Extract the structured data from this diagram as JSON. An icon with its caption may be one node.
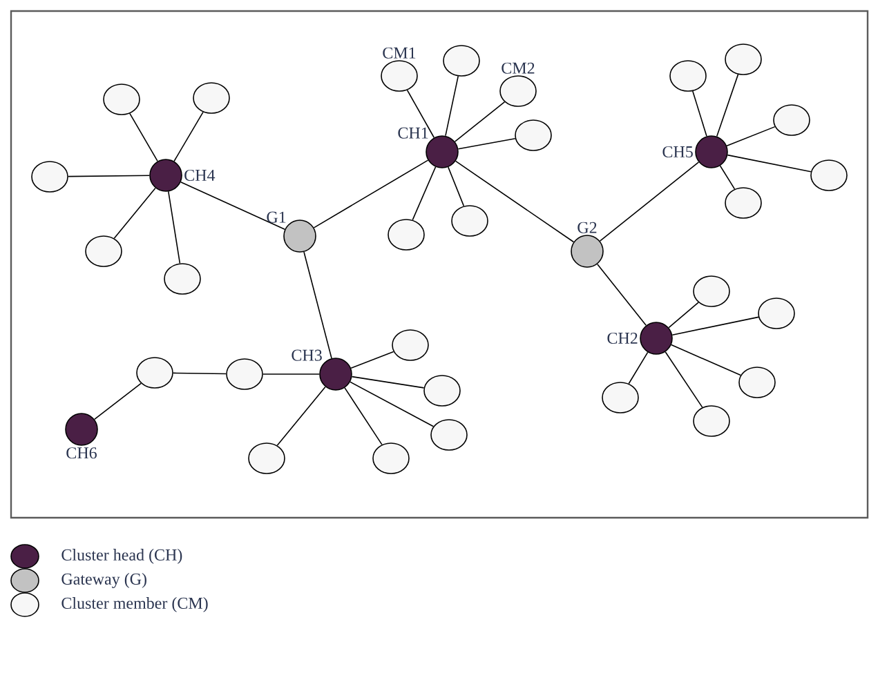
{
  "diagram": {
    "nodes": [
      {
        "text": [
          "CH4"
        ]
      },
      {
        "text": [],
        "shape": "circle"
      },
      {
        "text": [],
        "shape": "circle"
      },
      {
        "text": [],
        "shape": "circle"
      },
      {
        "text": [],
        "shape": "circle"
      },
      {
        "text": [],
        "shape": "circle"
      },
      {
        "text": [
          "G1"
        ]
      },
      {
        "text": [
          "CH1"
        ]
      },
      {
        "text": [
          "CM1"
        ]
      },
      {
        "text": [],
        "shape": "circle"
      },
      {
        "text": [
          "CM2"
        ]
      },
      {
        "text": [],
        "shape": "circle"
      },
      {
        "text": [],
        "shape": "circle"
      },
      {
        "text": [],
        "shape": "circle"
      },
      {
        "text": [
          "G2"
        ]
      },
      {
        "text": [
          "CH5"
        ]
      },
      {
        "text": [],
        "shape": "circle"
      },
      {
        "text": [],
        "shape": "circle"
      },
      {
        "text": [],
        "shape": "circle"
      },
      {
        "text": [],
        "shape": "circle"
      },
      {
        "text": [],
        "shape": "circle"
      },
      {
        "text": [
          "CH2"
        ]
      },
      {
        "text": [],
        "shape": "circle"
      },
      {
        "text": [],
        "shape": "circle"
      },
      {
        "text": [],
        "shape": "circle"
      },
      {
        "text": [],
        "shape": "circle"
      },
      {
        "text": [],
        "shape": "circle"
      },
      {
        "text": [
          "CH3"
        ]
      },
      {
        "text": [],
        "shape": "circle"
      },
      {
        "text": [],
        "shape": "circle"
      },
      {
        "text": [],
        "shape": "circle"
      },
      {
        "text": [],
        "shape": "circle"
      },
      {
        "text": [],
        "shape": "circle"
      },
      {
        "text": [],
        "shape": "circle"
      },
      {
        "text": [],
        "shape": "circle"
      },
      {
        "text": [
          "CH6"
        ]
      }
    ],
    "edges": [
      {
        "from": 0,
        "to": 1,
        "arrow": "none"
      },
      {
        "from": 0,
        "to": 2,
        "arrow": "none"
      },
      {
        "from": 0,
        "to": 3,
        "arrow": "none"
      },
      {
        "from": 0,
        "to": 4,
        "arrow": "none"
      },
      {
        "from": 0,
        "to": 5,
        "arrow": "none"
      },
      {
        "from": 0,
        "to": 6,
        "arrow": "none"
      },
      {
        "from": 6,
        "to": 7,
        "arrow": "none"
      },
      {
        "from": 6,
        "to": 27,
        "arrow": "none"
      },
      {
        "from": 7,
        "to": 8,
        "arrow": "none"
      },
      {
        "from": 7,
        "to": 9,
        "arrow": "none"
      },
      {
        "from": 7,
        "to": 10,
        "arrow": "none"
      },
      {
        "from": 7,
        "to": 11,
        "arrow": "none"
      },
      {
        "from": 7,
        "to": 12,
        "arrow": "none"
      },
      {
        "from": 7,
        "to": 13,
        "arrow": "none"
      },
      {
        "from": 7,
        "to": 14,
        "arrow": "none"
      },
      {
        "from": 14,
        "to": 15,
        "arrow": "none"
      },
      {
        "from": 14,
        "to": 21,
        "arrow": "none"
      },
      {
        "from": 15,
        "to": 16,
        "arrow": "none"
      },
      {
        "from": 15,
        "to": 17,
        "arrow": "none"
      },
      {
        "from": 15,
        "to": 18,
        "arrow": "none"
      },
      {
        "from": 15,
        "to": 19,
        "arrow": "none"
      },
      {
        "from": 15,
        "to": 20,
        "arrow": "none"
      },
      {
        "from": 21,
        "to": 22,
        "arrow": "none"
      },
      {
        "from": 21,
        "to": 23,
        "arrow": "none"
      },
      {
        "from": 21,
        "to": 24,
        "arrow": "none"
      },
      {
        "from": 21,
        "to": 25,
        "arrow": "none"
      },
      {
        "from": 21,
        "to": 26,
        "arrow": "none"
      },
      {
        "from": 27,
        "to": 28,
        "arrow": "none"
      },
      {
        "from": 27,
        "to": 29,
        "arrow": "none"
      },
      {
        "from": 27,
        "to": 30,
        "arrow": "none"
      },
      {
        "from": 27,
        "to": 31,
        "arrow": "none"
      },
      {
        "from": 27,
        "to": 32,
        "arrow": "none"
      },
      {
        "from": 27,
        "to": 33,
        "arrow": "none"
      },
      {
        "from": 33,
        "to": 34,
        "arrow": "none"
      },
      {
        "from": 34,
        "to": 35,
        "arrow": "none"
      }
    ],
    "legend": [
      {
        "text": "Cluster head (CH)",
        "color": "#4a1f45"
      },
      {
        "text": "Gateway (G)",
        "color": "#c2c2c2"
      },
      {
        "text": "Cluster member (CM)",
        "color": "#f7f7f7"
      }
    ]
  }
}
